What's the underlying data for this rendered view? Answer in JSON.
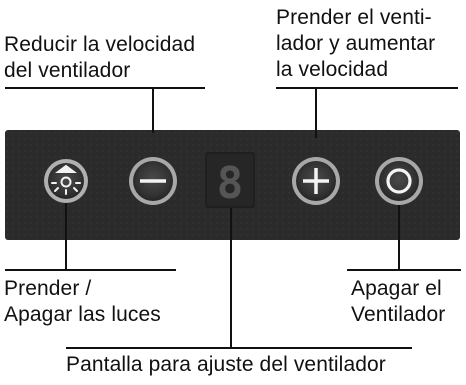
{
  "labels": {
    "reduce_speed": [
      "Reducir la velocidad",
      "del ventilador"
    ],
    "increase_speed": [
      "Prender el venti-",
      "lador y aumentar",
      "la velocidad"
    ],
    "lights": [
      "Prender /",
      "Apagar las luces"
    ],
    "fan_off": [
      "Apagar el",
      "Ventilador"
    ],
    "display": "Pantalla para ajuste del ventilador"
  },
  "display_digit": "8",
  "buttons": [
    "light-icon",
    "minus-icon",
    "plus-icon",
    "power-icon"
  ],
  "colors": {
    "panel": "#2b2b2b",
    "button_outer": "#a9a9a9",
    "button_inner": "#3c3c3c",
    "symbol": "#f4f4f4",
    "lines": "#111111",
    "display_segments": "#555555"
  }
}
